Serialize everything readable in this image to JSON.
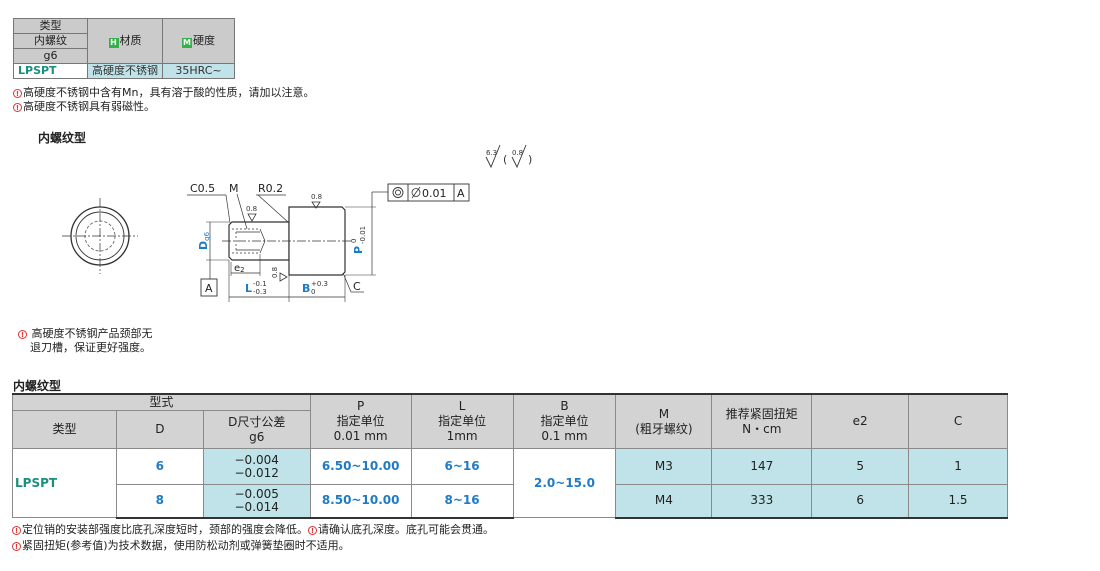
{
  "material_table": {
    "header_type": "类型",
    "header_thread": "内螺纹",
    "header_fit": "g6",
    "header_material_mark": "H",
    "header_material": "材质",
    "header_hardness_mark": "M",
    "header_hardness": "硬度",
    "row_code": "LPSPT",
    "row_material": "高硬度不锈钢",
    "row_hardness": "35HRC~"
  },
  "material_notes": [
    "高硬度不锈钢中含有Mn，具有溶于酸的性质，请加以注意。",
    "高硬度不锈钢具有弱磁性。"
  ],
  "drawing": {
    "section_title": "内螺纹型",
    "roughness_main": "6.3",
    "roughness_alt": "0.8",
    "roughness_top": "0.8",
    "roughness_small": "0.8",
    "label_c05": "C0.5",
    "label_m": "M",
    "label_r02": "R0.2",
    "label_d": "D",
    "label_d_sub": "g6",
    "label_e2": "e",
    "label_e2_sub": "2",
    "label_l": "L",
    "label_l_tol_top": "-0.1",
    "label_l_tol_bot": "-0.3",
    "label_b": "B",
    "label_b_tol_top": "+0.3",
    "label_b_tol_bot": "0",
    "label_p": "P",
    "label_p_tol_top": "0",
    "label_p_tol_bot": "-0.01",
    "label_c": "C",
    "datum_a": "A",
    "gdt_tolerance": "0.01",
    "gdt_datum": "A"
  },
  "drawing_note": [
    "高硬度不锈钢产品颈部无",
    "退刀槽，保证更好强度。"
  ],
  "spec_table": {
    "section_title": "内螺纹型",
    "head_model": "型式",
    "head_type": "类型",
    "head_d": "D",
    "head_d_tol_1": "D尺寸公差",
    "head_d_tol_2": "g6",
    "head_p_1": "P",
    "head_p_2": "指定单位",
    "head_p_3": "0.01 mm",
    "head_l_1": "L",
    "head_l_2": "指定单位",
    "head_l_3": "1mm",
    "head_b_1": "B",
    "head_b_2": "指定单位",
    "head_b_3": "0.1 mm",
    "head_m_1": "M",
    "head_m_2": "(粗牙螺纹)",
    "head_torque_1": "推荐紧固扭矩",
    "head_torque_2": "N・cm",
    "head_e2": "e2",
    "head_c": "C",
    "type_code": "LPSPT",
    "b_range": "2.0~15.0",
    "rows": [
      {
        "d": "6",
        "tol_top": "−0.004",
        "tol_bot": "−0.012",
        "p": "6.50~10.00",
        "l": "6~16",
        "m": "M3",
        "torque": "147",
        "e2": "5",
        "c": "1"
      },
      {
        "d": "8",
        "tol_top": "−0.005",
        "tol_bot": "−0.014",
        "p": "8.50~10.00",
        "l": "8~16",
        "m": "M4",
        "torque": "333",
        "e2": "6",
        "c": "1.5"
      }
    ]
  },
  "footer_notes": {
    "line1_a": "定位销的安装部强度比底孔深度短时，颈部的强度会降低。",
    "line1_b": "请确认底孔深度。底孔可能会贯通。",
    "line2": "紧固扭矩(参考值)为技术数据，使用防松动剂或弹簧垫圈时不适用。"
  },
  "colors": {
    "code_green": "#1a8f7f",
    "value_blue": "#1f7bc4",
    "cell_cyan": "#bfe3e8",
    "header_gray": "#d3d3d3",
    "mark_green": "#34b24a",
    "warn_red": "#dd3333"
  }
}
